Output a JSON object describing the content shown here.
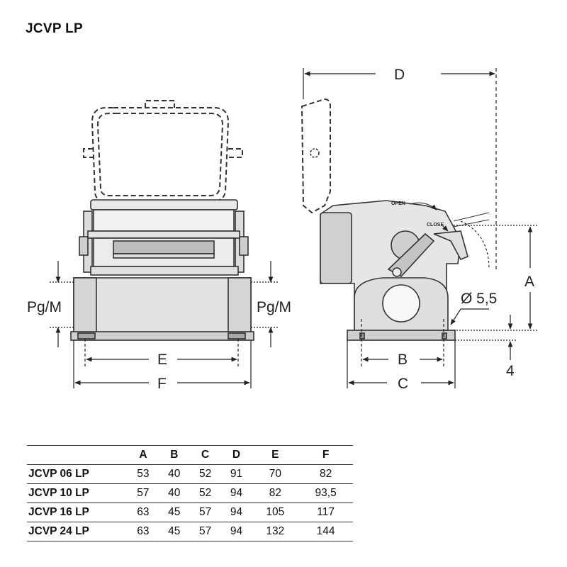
{
  "title": "JCVP LP",
  "labels": {
    "pgm_left": "Pg/M",
    "pgm_right": "Pg/M",
    "E": "E",
    "F": "F",
    "D": "D",
    "A": "A",
    "B": "B",
    "C": "C",
    "hole": "Ø 5,5",
    "four": "4",
    "open": "OPEN",
    "close": "CLOSE"
  },
  "table": {
    "headers": [
      "",
      "A",
      "B",
      "C",
      "D",
      "E",
      "F"
    ],
    "rows": [
      [
        "JCVP 06 LP",
        "53",
        "40",
        "52",
        "91",
        "70",
        "82"
      ],
      [
        "JCVP 10 LP",
        "57",
        "40",
        "52",
        "94",
        "82",
        "93,5"
      ],
      [
        "JCVP 16 LP",
        "63",
        "45",
        "57",
        "94",
        "105",
        "117"
      ],
      [
        "JCVP 24 LP",
        "63",
        "45",
        "57",
        "94",
        "132",
        "144"
      ]
    ]
  }
}
